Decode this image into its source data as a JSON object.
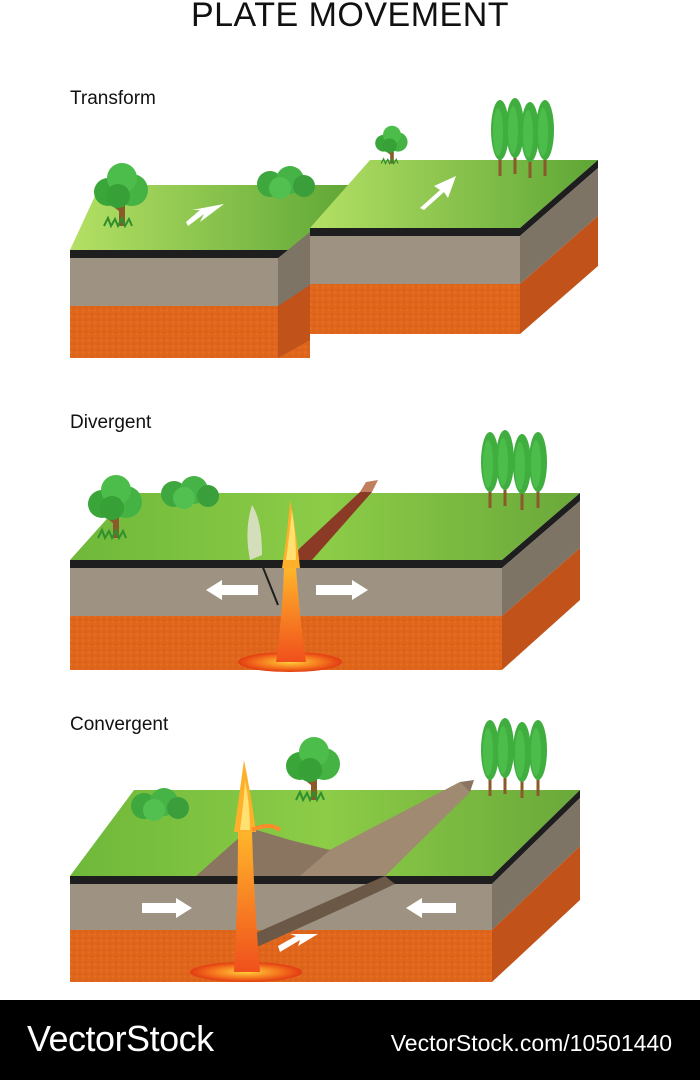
{
  "title": "PLATE MOVEMENT",
  "panels": [
    {
      "label": "Transform"
    },
    {
      "label": "Divergent"
    },
    {
      "label": "Convergent"
    }
  ],
  "footer": {
    "brand": "VectorStock",
    "url": "VectorStock.com/10501440"
  },
  "colors": {
    "grass": "#7fc241",
    "grass_light": "#a8d85a",
    "crust": "#9e9383",
    "crust_side": "#7d7466",
    "mantle": "#e0661c",
    "mantle_side": "#c1521a",
    "lava": "#f05a1e",
    "tree": "#3aa63a"
  }
}
